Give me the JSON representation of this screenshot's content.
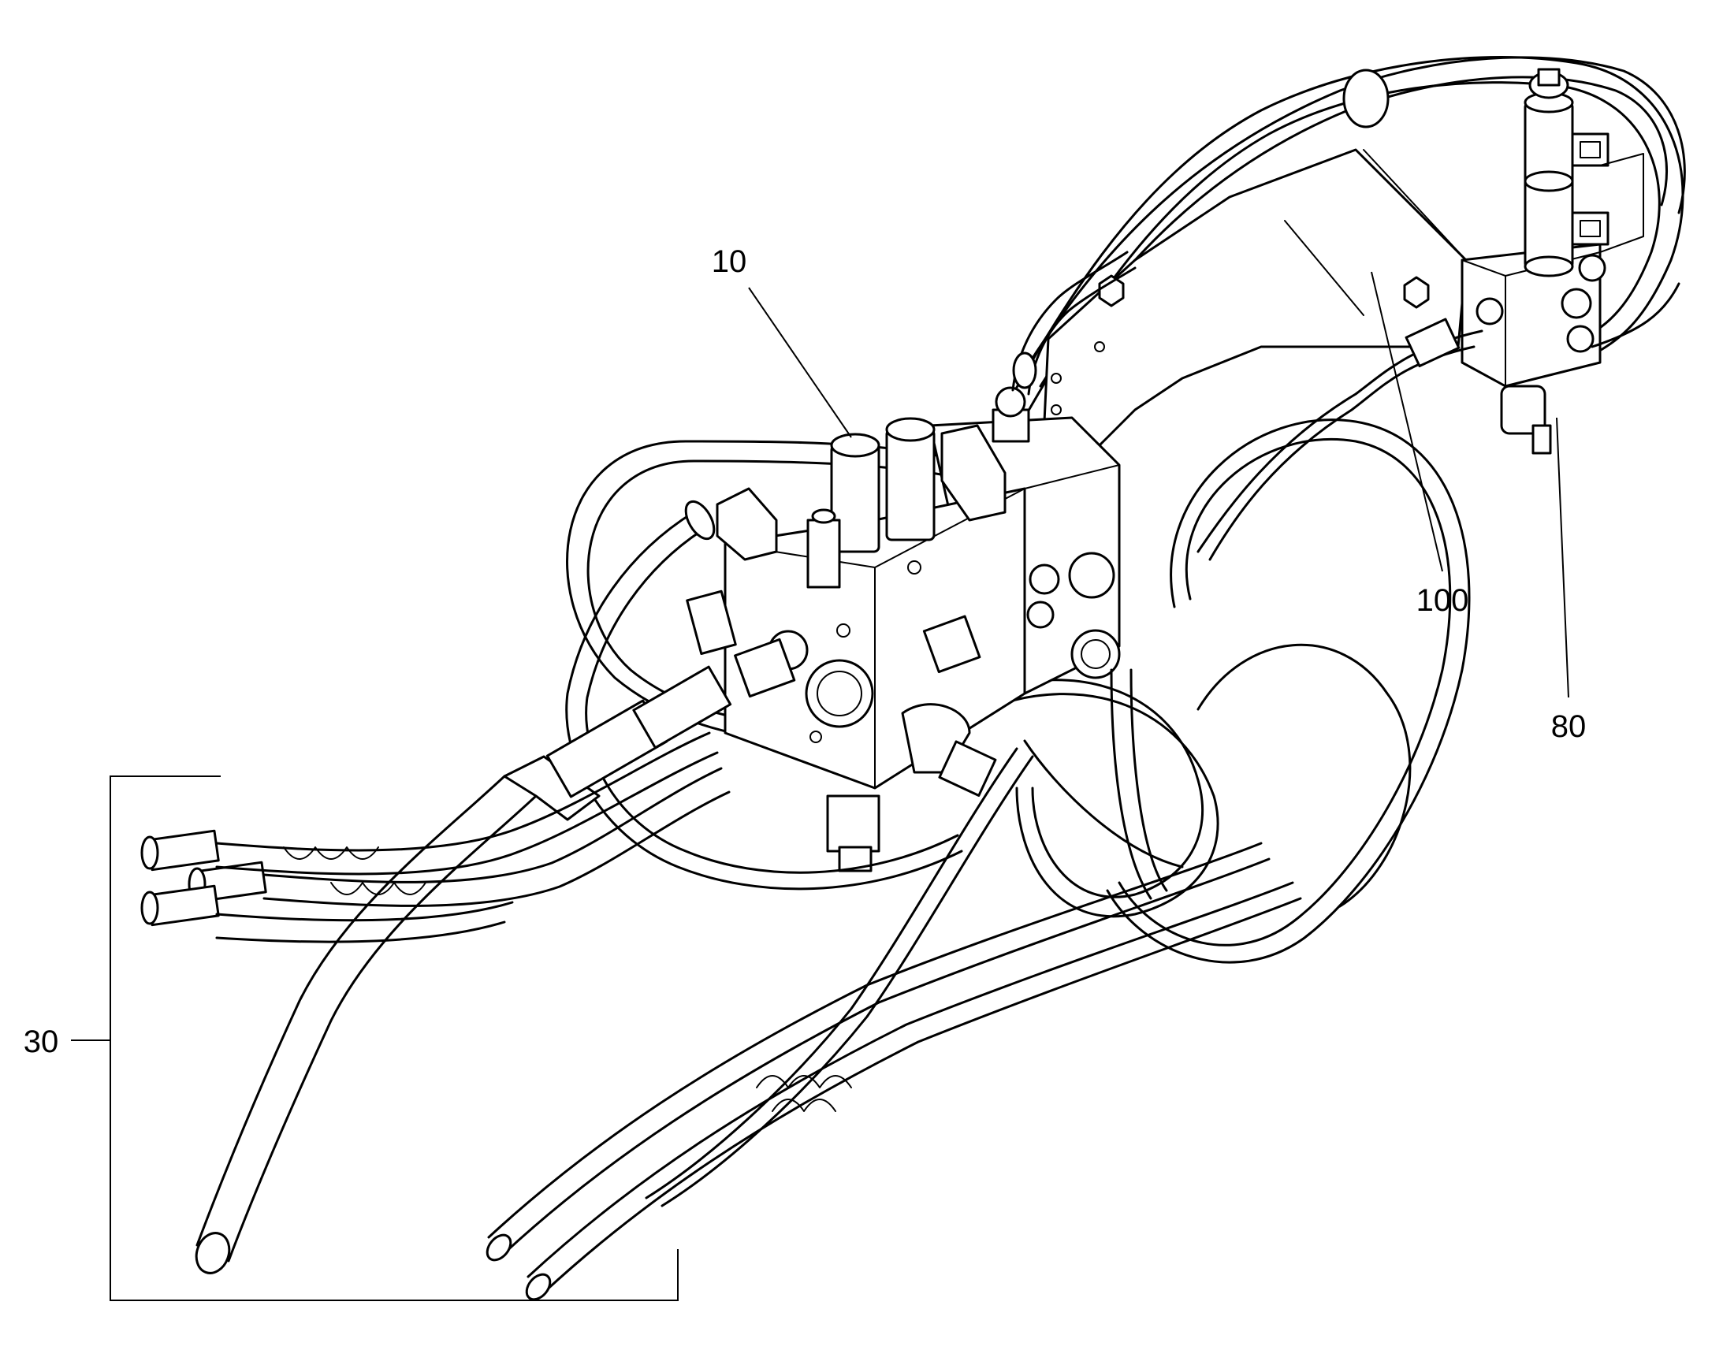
{
  "drawing": {
    "callouts": [
      {
        "id": "valve-block",
        "label": "10"
      },
      {
        "id": "hose-kit",
        "label": "30"
      },
      {
        "id": "solenoid-valve",
        "label": "80"
      },
      {
        "id": "mounting-bracket",
        "label": "100"
      }
    ]
  }
}
